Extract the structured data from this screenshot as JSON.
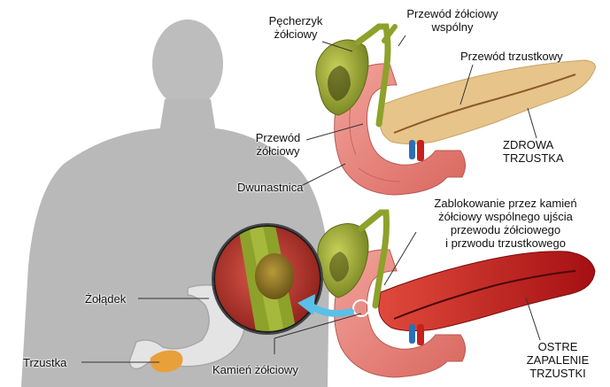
{
  "labels": {
    "gallbladder": [
      "Pęcherzyk",
      "żółciowy"
    ],
    "common_bile_duct": [
      "Przewód żółciowy",
      "wspólny"
    ],
    "pancreatic_duct": "Przewód trzustkowy",
    "bile_duct": [
      "Przewód",
      "żółciowy"
    ],
    "healthy_pancreas": [
      "ZDROWA",
      "TRZUSTKA"
    ],
    "duodenum": "Dwunastnica",
    "blockage": [
      "Zablokowanie przez kamień",
      "żółciowy wspólnego ujścia",
      "przewodu żółciowego",
      "i przwodu trzustkowego"
    ],
    "stomach": "Żołądek",
    "pancreas": "Trzustka",
    "gallstone": "Kamień żółciowy",
    "pancreatitis": [
      "OSTRE",
      "ZAPALENIE",
      "TRZUSTKI"
    ]
  },
  "colors": {
    "silhouette": "#b9b9b9",
    "duodenum": "#e8837c",
    "healthy_pancreas": "#e6c48a",
    "inflamed_pancreas": "#c41f1c",
    "gallbladder": "#9caa2e",
    "arrow": "#59c0e8"
  }
}
